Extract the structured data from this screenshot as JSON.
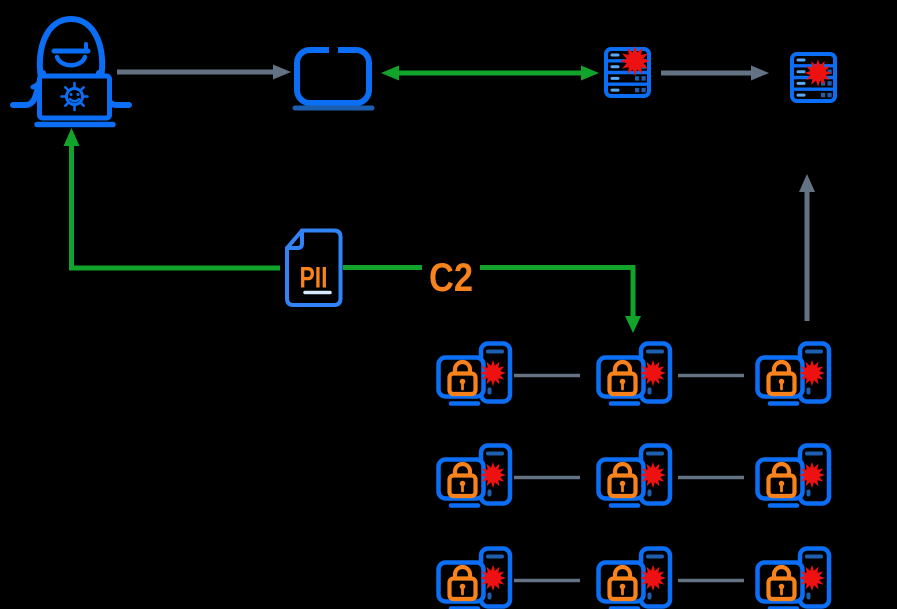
{
  "labels": {
    "pii_document": "PII",
    "c2_channel": "C2"
  },
  "icons": {
    "attacker": "hacker-icon",
    "victim_laptop": "laptop-icon",
    "compromised_server": "server-rack-icon",
    "exfil_server": "server-rack-icon",
    "malware": "virus-burst-icon",
    "pii_file": "document-icon",
    "ransomware_lock": "padlock-icon",
    "workstation": "desktop-computer-icon"
  },
  "workstation_grid": {
    "rows": 3,
    "columns": 3
  },
  "colors": {
    "background": "#000000",
    "icon_blue": "#0b6ef5",
    "detail_blue": "#1d5fae",
    "detail_blue_light": "#5aa9f7",
    "document_blue": "#3183f7",
    "document_line": "#d8e8ff",
    "arrow_gray": "#637383",
    "arrow_green": "#12a32b",
    "alert_orange": "#f8821c",
    "virus_red": "#ee1111"
  }
}
